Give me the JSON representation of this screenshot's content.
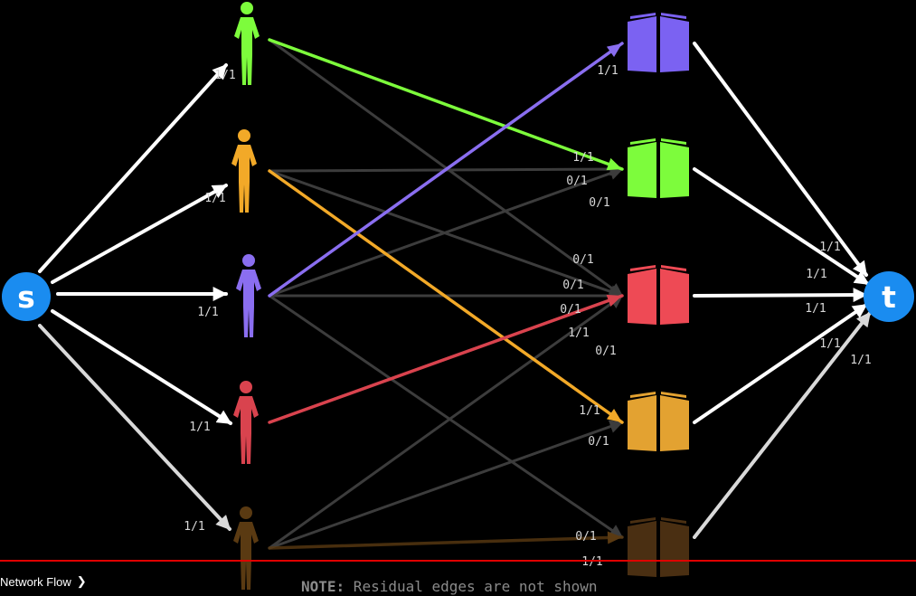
{
  "colors": {
    "background": "#000000",
    "node": "#1a8cf0",
    "white_edge": "#ffffff",
    "gray_edge": "#3c3c3c",
    "progress": "#e00000",
    "people": [
      "#7dfc3c",
      "#f2a928",
      "#8a6ef0",
      "#d9434e",
      "#5a3a12"
    ],
    "books": [
      "#7b62f2",
      "#7dfc3c",
      "#ee4a55",
      "#e3a231",
      "#4a2f12"
    ]
  },
  "nodes": {
    "source": "s",
    "sink": "t"
  },
  "icons": {
    "person": "person-silhouette-icon",
    "book": "open-book-icon"
  },
  "flows": {
    "s_to_person": [
      "1/1",
      "1/1",
      "1/1",
      "1/1",
      "1/1"
    ],
    "book_to_t": [
      "1/1",
      "1/1",
      "1/1",
      "1/1",
      "1/1"
    ],
    "middle": [
      {
        "person": 0,
        "book": 1,
        "label": "1/1",
        "used": true
      },
      {
        "person": 0,
        "book": 2,
        "label": "",
        "used": false
      },
      {
        "person": 1,
        "book": 1,
        "label": "0/1",
        "used": false
      },
      {
        "person": 1,
        "book": 2,
        "label": "0/1",
        "used": false
      },
      {
        "person": 1,
        "book": 3,
        "label": "1/1",
        "used": true
      },
      {
        "person": 2,
        "book": 0,
        "label": "1/1",
        "used": true
      },
      {
        "person": 2,
        "book": 1,
        "label": "0/1",
        "used": false
      },
      {
        "person": 2,
        "book": 2,
        "label": "0/1",
        "used": false
      },
      {
        "person": 2,
        "book": 4,
        "label": "",
        "used": false
      },
      {
        "person": 3,
        "book": 2,
        "label": "1/1",
        "used": true
      },
      {
        "person": 4,
        "book": 2,
        "label": "0/1",
        "used": false
      },
      {
        "person": 4,
        "book": 3,
        "label": "0/1",
        "used": false
      },
      {
        "person": 4,
        "book": 4,
        "label": "1/1",
        "used": true
      }
    ]
  },
  "note": {
    "bold": "NOTE:",
    "text": " Residual edges are not shown"
  },
  "breadcrumb": {
    "label": "Network Flow",
    "chevron": "chevron-right-icon"
  }
}
